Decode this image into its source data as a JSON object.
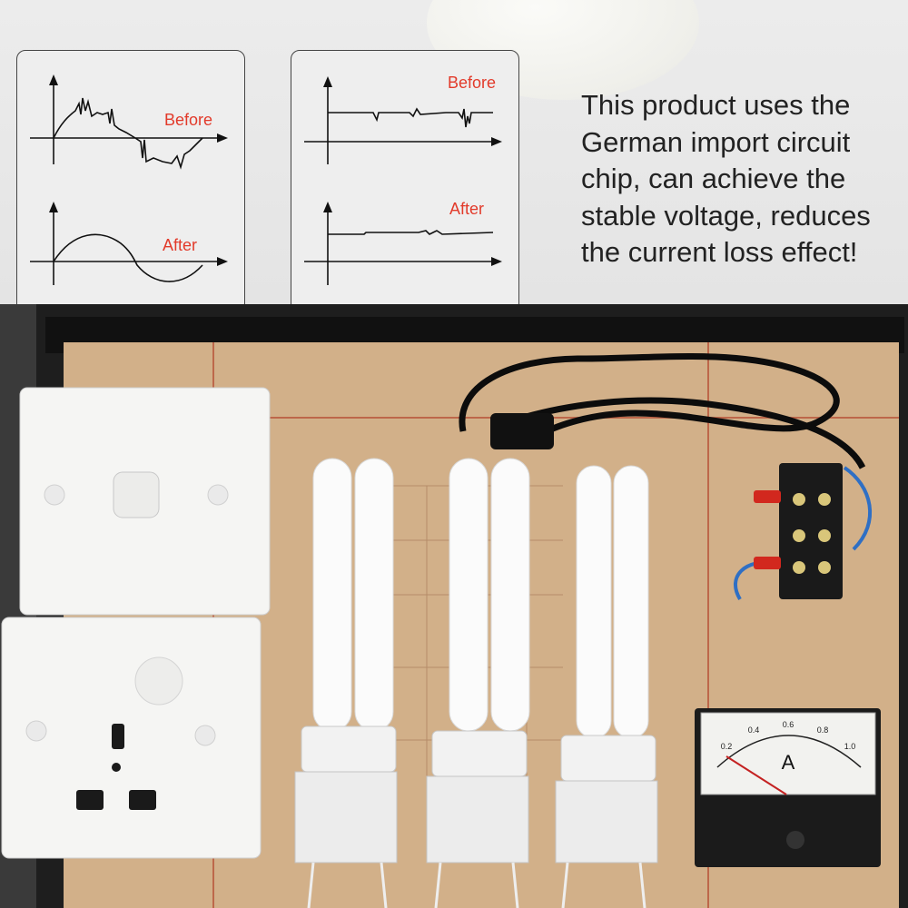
{
  "diagram": {
    "left_panel": {
      "before_label": "Before",
      "after_label": "After"
    },
    "right_panel": {
      "before_label": "Before",
      "after_label": "After"
    }
  },
  "description_lines": [
    "This product uses the",
    "German import circuit",
    "chip, can achieve the",
    "stable voltage, reduces",
    "the current loss effect!"
  ],
  "meter": {
    "unit_symbol": "A",
    "scale": [
      "0.2",
      "0.4",
      "0.6",
      "0.8",
      "1.0"
    ]
  },
  "colors": {
    "label_red": "#e23a2a",
    "board": "#d2b089",
    "case": "#1e1e1e"
  }
}
